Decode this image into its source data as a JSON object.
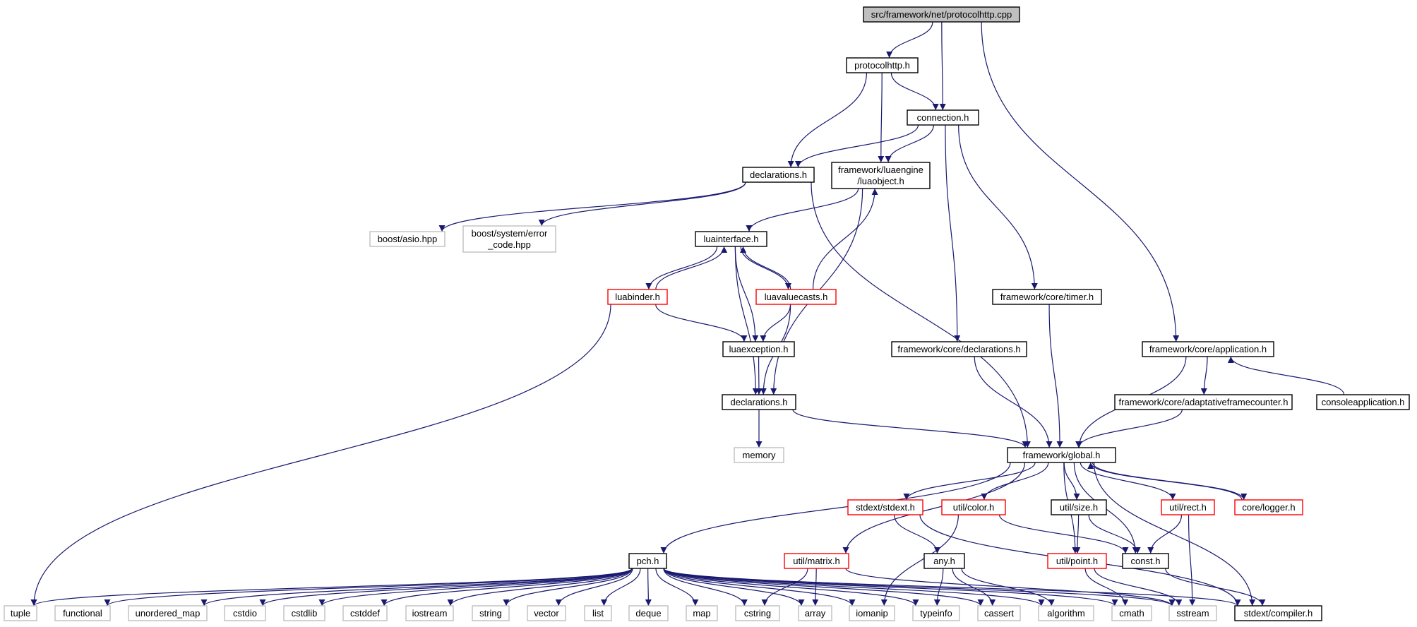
{
  "diagram": {
    "colors": {
      "edge": "#191970",
      "root_fill": "#bfbfbf",
      "node_border": "#000000",
      "truncated_border": "#ff0000",
      "external_border": "#bfbfbf"
    },
    "nodes": [
      {
        "id": "root",
        "label": "src/framework/net/protocolhttp.cpp",
        "kind": "root"
      },
      {
        "id": "protocolhttp",
        "label": "protocolhttp.h",
        "kind": "normal"
      },
      {
        "id": "connection",
        "label": "connection.h",
        "kind": "normal"
      },
      {
        "id": "declarations_net",
        "label": "declarations.h",
        "kind": "normal"
      },
      {
        "id": "luaobject",
        "label": [
          "framework/luaengine",
          "/luaobject.h"
        ],
        "kind": "normal"
      },
      {
        "id": "boost_asio",
        "label": "boost/asio.hpp",
        "kind": "external"
      },
      {
        "id": "boost_error",
        "label": [
          "boost/system/error",
          "_code.hpp"
        ],
        "kind": "external"
      },
      {
        "id": "luainterface",
        "label": "luainterface.h",
        "kind": "normal"
      },
      {
        "id": "luabinder",
        "label": "luabinder.h",
        "kind": "truncated"
      },
      {
        "id": "luavaluecasts",
        "label": "luavaluecasts.h",
        "kind": "truncated"
      },
      {
        "id": "luaexception",
        "label": "luaexception.h",
        "kind": "normal"
      },
      {
        "id": "declarations_lua",
        "label": "declarations.h",
        "kind": "normal"
      },
      {
        "id": "memory",
        "label": "memory",
        "kind": "external"
      },
      {
        "id": "core_declarations",
        "label": "framework/core/declarations.h",
        "kind": "normal"
      },
      {
        "id": "core_timer",
        "label": "framework/core/timer.h",
        "kind": "normal"
      },
      {
        "id": "core_application",
        "label": "framework/core/application.h",
        "kind": "normal"
      },
      {
        "id": "adaptative",
        "label": "framework/core/adaptativeframecounter.h",
        "kind": "normal"
      },
      {
        "id": "consoleapp",
        "label": "consoleapplication.h",
        "kind": "normal"
      },
      {
        "id": "global",
        "label": "framework/global.h",
        "kind": "normal"
      },
      {
        "id": "stdext",
        "label": "stdext/stdext.h",
        "kind": "truncated"
      },
      {
        "id": "color",
        "label": "util/color.h",
        "kind": "truncated"
      },
      {
        "id": "size",
        "label": "util/size.h",
        "kind": "normal"
      },
      {
        "id": "rect",
        "label": "util/rect.h",
        "kind": "truncated"
      },
      {
        "id": "logger",
        "label": "core/logger.h",
        "kind": "truncated"
      },
      {
        "id": "pch",
        "label": "pch.h",
        "kind": "normal"
      },
      {
        "id": "matrix",
        "label": "util/matrix.h",
        "kind": "truncated"
      },
      {
        "id": "any",
        "label": "any.h",
        "kind": "normal"
      },
      {
        "id": "point",
        "label": "util/point.h",
        "kind": "truncated"
      },
      {
        "id": "const",
        "label": "const.h",
        "kind": "normal"
      },
      {
        "id": "tuple",
        "label": "tuple",
        "kind": "external"
      },
      {
        "id": "functional",
        "label": "functional",
        "kind": "external"
      },
      {
        "id": "unordered_map",
        "label": "unordered_map",
        "kind": "external"
      },
      {
        "id": "cstdio",
        "label": "cstdio",
        "kind": "external"
      },
      {
        "id": "cstdlib",
        "label": "cstdlib",
        "kind": "external"
      },
      {
        "id": "cstddef",
        "label": "cstddef",
        "kind": "external"
      },
      {
        "id": "iostream",
        "label": "iostream",
        "kind": "external"
      },
      {
        "id": "string",
        "label": "string",
        "kind": "external"
      },
      {
        "id": "vector",
        "label": "vector",
        "kind": "external"
      },
      {
        "id": "list",
        "label": "list",
        "kind": "external"
      },
      {
        "id": "deque",
        "label": "deque",
        "kind": "external"
      },
      {
        "id": "map",
        "label": "map",
        "kind": "external"
      },
      {
        "id": "cstring",
        "label": "cstring",
        "kind": "external"
      },
      {
        "id": "array",
        "label": "array",
        "kind": "external"
      },
      {
        "id": "iomanip",
        "label": "iomanip",
        "kind": "external"
      },
      {
        "id": "typeinfo",
        "label": "typeinfo",
        "kind": "external"
      },
      {
        "id": "cassert",
        "label": "cassert",
        "kind": "external"
      },
      {
        "id": "algorithm",
        "label": "algorithm",
        "kind": "external"
      },
      {
        "id": "cmath",
        "label": "cmath",
        "kind": "external"
      },
      {
        "id": "sstream",
        "label": "sstream",
        "kind": "external"
      },
      {
        "id": "compiler",
        "label": "stdext/compiler.h",
        "kind": "normal"
      }
    ],
    "edges": [
      [
        "root",
        "protocolhttp"
      ],
      [
        "root",
        "connection"
      ],
      [
        "root",
        "core_application"
      ],
      [
        "protocolhttp",
        "connection"
      ],
      [
        "protocolhttp",
        "declarations_net"
      ],
      [
        "protocolhttp",
        "luaobject"
      ],
      [
        "connection",
        "declarations_net"
      ],
      [
        "connection",
        "luaobject"
      ],
      [
        "connection",
        "core_declarations"
      ],
      [
        "connection",
        "core_timer"
      ],
      [
        "declarations_net",
        "boost_asio"
      ],
      [
        "declarations_net",
        "boost_error"
      ],
      [
        "declarations_net",
        "global"
      ],
      [
        "luaobject",
        "luainterface"
      ],
      [
        "luaobject",
        "declarations_lua"
      ],
      [
        "luainterface",
        "luabinder"
      ],
      [
        "luainterface",
        "luavaluecasts"
      ],
      [
        "luainterface",
        "luaexception"
      ],
      [
        "luainterface",
        "declarations_lua"
      ],
      [
        "luabinder",
        "luainterface"
      ],
      [
        "luabinder",
        "luaexception"
      ],
      [
        "luabinder",
        "tuple"
      ],
      [
        "luavaluecasts",
        "luainterface"
      ],
      [
        "luavaluecasts",
        "luaobject"
      ],
      [
        "luavaluecasts",
        "luaexception"
      ],
      [
        "luavaluecasts",
        "declarations_lua"
      ],
      [
        "luaexception",
        "declarations_lua"
      ],
      [
        "declarations_lua",
        "memory"
      ],
      [
        "declarations_lua",
        "global"
      ],
      [
        "core_declarations",
        "global"
      ],
      [
        "core_timer",
        "global"
      ],
      [
        "core_application",
        "adaptative"
      ],
      [
        "core_application",
        "global"
      ],
      [
        "consoleapp",
        "core_application"
      ],
      [
        "adaptative",
        "global"
      ],
      [
        "global",
        "pch"
      ],
      [
        "global",
        "matrix"
      ],
      [
        "global",
        "stdext"
      ],
      [
        "global",
        "color"
      ],
      [
        "global",
        "point"
      ],
      [
        "global",
        "size"
      ],
      [
        "global",
        "const"
      ],
      [
        "global",
        "rect"
      ],
      [
        "global",
        "logger"
      ],
      [
        "global",
        "compiler"
      ],
      [
        "logger",
        "global"
      ],
      [
        "stdext",
        "any"
      ],
      [
        "stdext",
        "compiler"
      ],
      [
        "color",
        "const"
      ],
      [
        "color",
        "iomanip"
      ],
      [
        "size",
        "point"
      ],
      [
        "size",
        "const"
      ],
      [
        "rect",
        "const"
      ],
      [
        "rect",
        "sstream"
      ],
      [
        "any",
        "cassert"
      ],
      [
        "any",
        "typeinfo"
      ],
      [
        "any",
        "algorithm"
      ],
      [
        "point",
        "cmath"
      ],
      [
        "point",
        "sstream"
      ],
      [
        "const",
        "compiler"
      ],
      [
        "matrix",
        "array"
      ],
      [
        "matrix",
        "cstring"
      ],
      [
        "matrix",
        "sstream"
      ],
      [
        "pch",
        "tuple"
      ],
      [
        "pch",
        "functional"
      ],
      [
        "pch",
        "unordered_map"
      ],
      [
        "pch",
        "cstdio"
      ],
      [
        "pch",
        "cstdlib"
      ],
      [
        "pch",
        "cstddef"
      ],
      [
        "pch",
        "iostream"
      ],
      [
        "pch",
        "string"
      ],
      [
        "pch",
        "vector"
      ],
      [
        "pch",
        "list"
      ],
      [
        "pch",
        "deque"
      ],
      [
        "pch",
        "map"
      ],
      [
        "pch",
        "cstring"
      ],
      [
        "pch",
        "array"
      ],
      [
        "pch",
        "iomanip"
      ],
      [
        "pch",
        "typeinfo"
      ],
      [
        "pch",
        "cassert"
      ],
      [
        "pch",
        "algorithm"
      ],
      [
        "pch",
        "cmath"
      ],
      [
        "pch",
        "sstream"
      ],
      [
        "pch",
        "compiler"
      ]
    ]
  }
}
